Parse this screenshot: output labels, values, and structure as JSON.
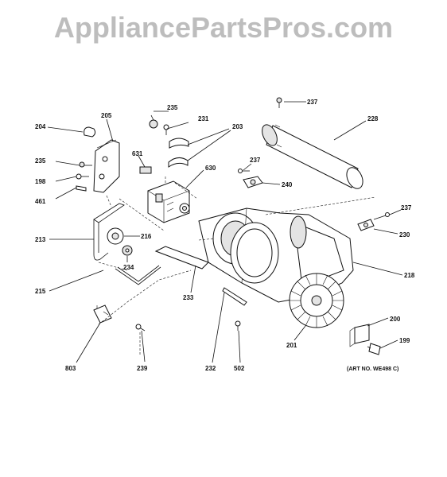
{
  "watermark": "AppliancePartsPros.com",
  "art_number": "(ART NO. WE498 C)",
  "callouts": {
    "c237a": "237",
    "c235a": "235",
    "c231": "231",
    "c203": "203",
    "c228": "228",
    "c205": "205",
    "c204": "204",
    "c631": "631",
    "c630": "630",
    "c235b": "235",
    "c198": "198",
    "c461": "461",
    "c237b": "237",
    "c240": "240",
    "c237c": "237",
    "c230": "230",
    "c213": "213",
    "c216": "216",
    "c234": "234",
    "c218": "218",
    "c215": "215",
    "c233": "233",
    "c200": "200",
    "c199": "199",
    "c201": "201",
    "c803": "803",
    "c239": "239",
    "c232": "232",
    "c502": "502"
  }
}
